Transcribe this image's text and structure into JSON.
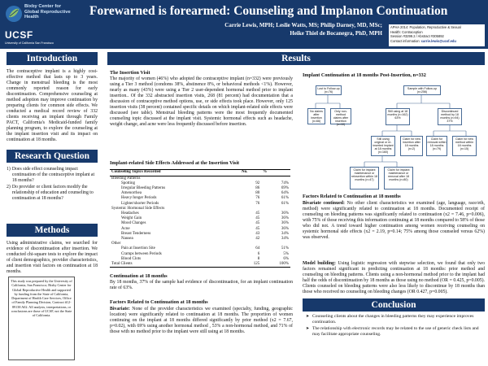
{
  "header": {
    "logo_text": "Bixby Center for Global Reproductive Health",
    "ucsf": "UCSF",
    "ucsf_sub": "University of California San Francisco",
    "title": "Forewarned is forearmed:  Counseling and Implanon Continuation",
    "authors_line1": "Carrie Lewis, MPH; Leslie Watts, MS; Philip Darney, MD, MSc;",
    "authors_line2": "Heike Thiel de Bocanegra, PhD, MPH",
    "info": {
      "line1": "APHA 2014: Population, Reproductive & Sexual",
      "line2": "Health: Contraception",
      "line3": "Session #3299.2 / Abstract #305892",
      "line4_label": "Contact information: ",
      "line4_email": "carrie.lewis@ucsf.edu"
    },
    "colors": {
      "navy": "#17396b",
      "white": "#ffffff"
    }
  },
  "intro": {
    "heading": "Introduction",
    "text": "The contraceptive implant is a highly cost-effective method that lasts up to 3 years.  Change in menstrual bleeding is the most commonly reported reason for early discontinuation.  Comprehensive counseling at method adoption may improve continuation by preparing clients for common side effects. We conducted a medical record review of 332 clients receiving an implant through Family PACT,  California's  Medicaid-funded family planning program, to explore the counseling at the implant insertion visit and its impact on continuation at 18 months."
  },
  "research_question": {
    "heading": "Research Question",
    "items": [
      {
        "num": "1)",
        "text": "Does side effect counseling impact continuation of the contraceptive implant at 18 months?"
      },
      {
        "num": "2)",
        "text": "Do provider or client factors modify the relationship of education and counseling to continuation at 18 months?"
      }
    ]
  },
  "methods": {
    "heading": "Methods",
    "text": "Using administrative claims, we searched for evidence of discontinuation after insertion. We conducted chi-square tests to explore the impact of client demographics, provider characteristics, and insertion visit factors on continuation at 18 months."
  },
  "disclaimer": "This study was prepared by the University of California, San Francisco; Bixby Center for Global Reproductive Health and supported by funding from the State of California, Department of Health Care Services, Office of Family Planning Division, Contract #12-89138 A02. All analysis, interpretations, or conclusions are those of UCSF, not the State of California.",
  "results": {
    "heading": "Results",
    "insertion_visit": {
      "heading": "The Insertion Visit",
      "text": "The majority of women (46%) who adopted the contraceptive implant (n=332) were previously using a Tier 3 method (condoms 38%, abstinence 8%, or behavioral methods <1%).  However, nearly as many (43%) were using a Tier 2 user-dependent hormonal method prior to implant insertion..  Of the 332 abstracted insertion visits, 268 (81 percent) had documentation that a discussion of contraceptive method options, use, or side effects took place. However, only 125 insertion visits (38 percent) contained specific details on which implant-related side effects were discussed (see table).  Menstrual bleeding patterns were the most frequently documented counseling topic discussed at the implant visit.  Systemic hormonal effects such as headache, weight change, and acne were less frequently discussed before insertion."
    },
    "table": {
      "heading": "Implant-related Side Effects Addressed at the Insertion Visit",
      "col_topic": "Counseling Topics Recorded",
      "col_no": "No.",
      "col_pct": "%",
      "rows": [
        {
          "label": "Bleeding Patterns",
          "no": "",
          "pct": "",
          "indent": false
        },
        {
          "label": "Spotting",
          "no": "92",
          "pct": "74%",
          "indent": true
        },
        {
          "label": "Irregular Bleeding Patterns",
          "no": "86",
          "pct": "69%",
          "indent": true
        },
        {
          "label": "Amenorrhea",
          "no": "80",
          "pct": "64%",
          "indent": true
        },
        {
          "label": "Heavy/longer Periods",
          "no": "76",
          "pct": "61%",
          "indent": true
        },
        {
          "label": "Lighter/shorter Periods",
          "no": "76",
          "pct": "61%",
          "indent": true
        },
        {
          "label": "Systemic Hormonal Side Effects",
          "no": "",
          "pct": "",
          "indent": false
        },
        {
          "label": "Headaches",
          "no": "45",
          "pct": "36%",
          "indent": true
        },
        {
          "label": "Weight Gain",
          "no": "45",
          "pct": "36%",
          "indent": true
        },
        {
          "label": "Mood Changes",
          "no": "45",
          "pct": "36%",
          "indent": true
        },
        {
          "label": "Acne",
          "no": "45",
          "pct": "36%",
          "indent": true
        },
        {
          "label": "Breast Tenderness",
          "no": "43",
          "pct": "34%",
          "indent": true
        },
        {
          "label": "Nausea",
          "no": "42",
          "pct": "34%",
          "indent": true
        },
        {
          "label": "Other",
          "no": "",
          "pct": "",
          "indent": false
        },
        {
          "label": "Pain at Insertion Site",
          "no": "64",
          "pct": "51%",
          "indent": true
        },
        {
          "label": "Cramps between Periods",
          "no": "6",
          "pct": "5%",
          "indent": true
        },
        {
          "label": "Blood Clots",
          "no": "8",
          "pct": "6%",
          "indent": true
        },
        {
          "label": "Total Clients",
          "no": "125",
          "pct": "100%",
          "indent": false
        }
      ]
    },
    "continuation": {
      "heading": "Continuation at 18 months",
      "text": "By 18 months, 37% of the sample had evidence of discontinuation, for an implant continuation rate of 63%."
    },
    "factors_left": {
      "heading": "Factors Related to Continuation at 18 months",
      "label": "Bivariate: ",
      "text": "None of the provider characteristics we examined (specialty, funding, geographic location) were significantly related to continuation at 18 months.  The proportion of women continuing on the implant at 18 months differed significantly by prior method  (x2 = 7.67, p=0.02), with 69% using another hormonal method , 53% a non-hormonal method, and 71% of those with no method prior to the implant were still using at 18 months."
    },
    "flow": {
      "heading": "Implant Continuation at 18 months Post-Insertion, n=332",
      "nodes": {
        "lost": "Lost to Follow-up (n=76)",
        "sample": "Sample with Follow-up (n=256)",
        "noclaims": "No claims after insertion (n=66)",
        "onlynonmethod": "Only non-method claims after insertion (n=10)",
        "stillusing": "Still using at 18 months (n=162) 63%",
        "disc": "Discontinued method by 18 months (n=94) 37%",
        "stillusing_removal": "Still using original or re-inserted implant at 18 months (n=160)",
        "claimreins": "Claim for new insertion after 18 months (n=2)",
        "claimremoval": "Claim for removal within 18 months (n=79)",
        "claimnew": "Claim for new method within 18 months (n=15)",
        "maint1": "Claim for implant maintenance or reinsertion within 18 months (n=47)",
        "maint2": "Claim for implant maintenance or removal after 18 months (n=80)"
      }
    },
    "factors_right": {
      "heading": "Factors Related to Continuation at 18 months",
      "bivariate_label": "Bivariate continued: ",
      "bivariate_text": "No other client characteristics we examined (age, language, race/eth, method) were significantly related to continuation at 18 months. Documented receipt of counseling on bleeding patterns was significantly related to continuation (x2 = 7.46, p=0.006), with 75% of those receiving this information continuing at 18 months compared to 58% of those who did not. A trend toward higher continuation among women receiving counseling on systemic hormonal side effects (x2 = 2.19, p=0.14; 75% among those counseled versus 62%) was observed.",
      "model_label": "Model building: ",
      "model_text": "Using logistic regression with stepwise selection, we found that only two factors remained  significant in predicting continuation at 18 months: prior method and counseling on bleeding patterns. Clients using a non-hormonal method prior to the implant had half the odds of discontinuation by 18 months as those using no method (OR = 0.425, p=0.005). Clients counseled on bleeding patterns were also less likely to discontinue  by 18 months than those who received no counseling on bleeding changes (OR 0.427, p=0.005)."
    }
  },
  "conclusion": {
    "heading": "Conclusion",
    "items": [
      "Counseling clients about the changes in bleeding patterns they may experience improves continuation.",
      "The relationship with electronic records may be related to the use of generic check lists and may facilitate appropriate counseling."
    ]
  }
}
